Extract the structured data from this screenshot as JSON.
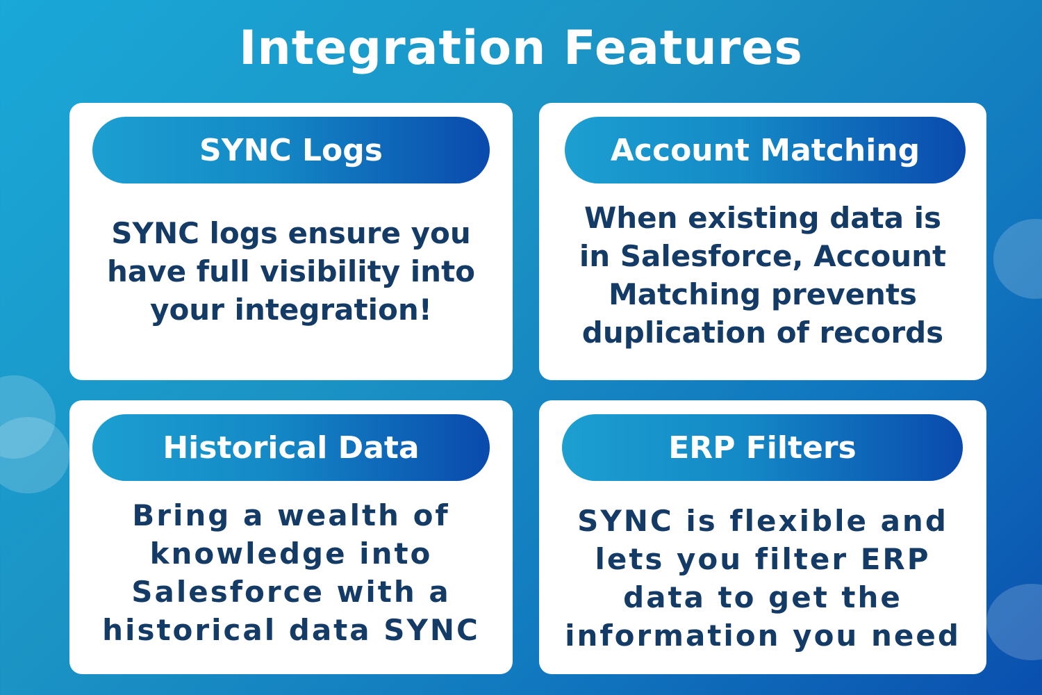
{
  "title": "Integration Features",
  "cards": [
    {
      "heading": "SYNC Logs",
      "body": "SYNC logs ensure you have full visibility into your integration!"
    },
    {
      "heading": "Account Matching",
      "body": "When existing data is in Salesforce, Account Matching prevents duplication of records"
    },
    {
      "heading": "Historical Data",
      "body": "Bring a wealth of knowledge into Salesforce with a historical data SYNC"
    },
    {
      "heading": "ERP Filters",
      "body": "SYNC is flexible and lets you filter ERP data to get the information you need"
    }
  ]
}
